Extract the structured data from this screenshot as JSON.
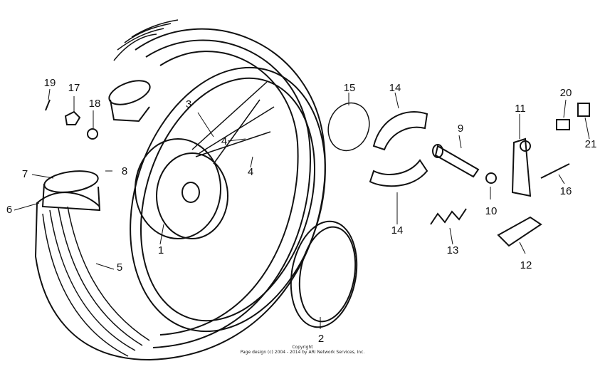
{
  "diagram": {
    "callouts": [
      "1",
      "2",
      "3",
      "4",
      "4",
      "5",
      "6",
      "7",
      "8",
      "9",
      "10",
      "11",
      "12",
      "13",
      "14",
      "14",
      "15",
      "16",
      "17",
      "18",
      "19",
      "20",
      "21"
    ],
    "copyright_line1": "Copyright",
    "copyright_line2": "Page design (c) 2004 - 2014 by ARI Network Services, Inc."
  }
}
